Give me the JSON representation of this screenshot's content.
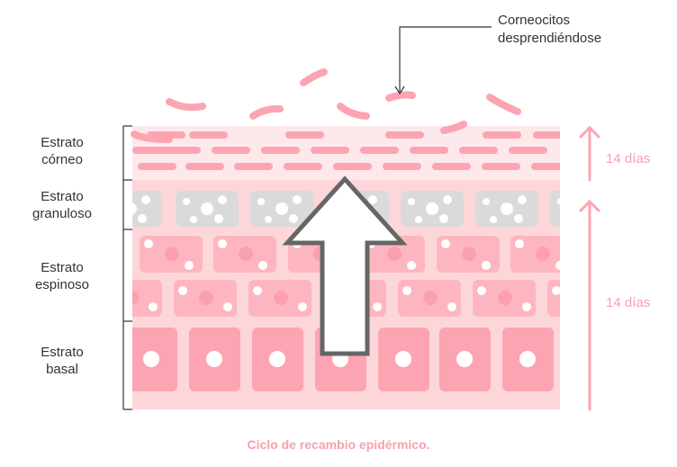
{
  "labels": {
    "corneo": [
      "Estrato",
      "córneo"
    ],
    "granuloso": [
      "Estrato",
      "granuloso"
    ],
    "espinoso": [
      "Estrato",
      "espinoso"
    ],
    "basal": [
      "Estrato",
      "basal"
    ]
  },
  "annotation": [
    "Corneocitos",
    "desprendiéndose"
  ],
  "durations": {
    "upper": "14 días",
    "lower": "14 días"
  },
  "caption": "Ciclo de recambio epidérmico.",
  "colors": {
    "pink": "#fda4b2",
    "tissue": "#fdd6da",
    "corneum": "#fde9eb",
    "gray": "#dadada",
    "arrow": "#666666",
    "text_pink": "#f7a1ad"
  }
}
